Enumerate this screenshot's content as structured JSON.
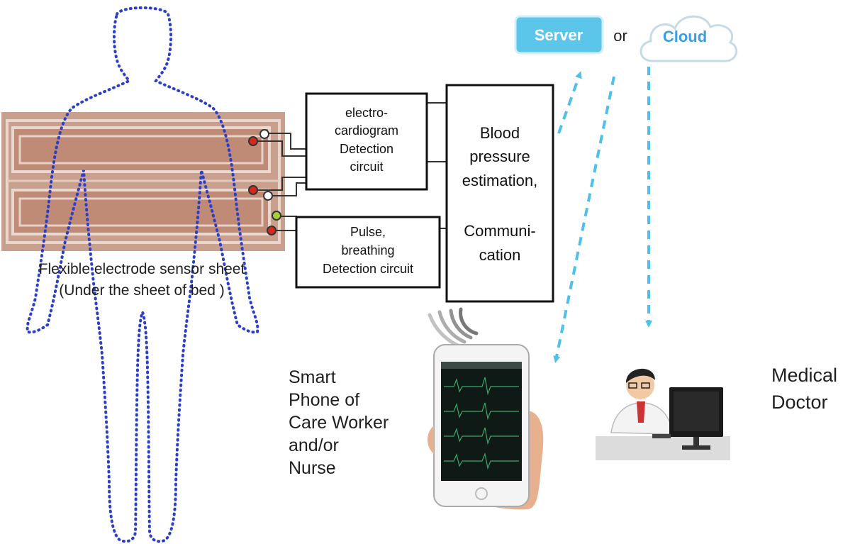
{
  "ecg_box": {
    "lines": [
      "electro-",
      "cardiogram",
      "Detection",
      "circuit"
    ]
  },
  "pulse_box": {
    "lines": [
      "Pulse,",
      "breathing",
      "Detection circuit"
    ]
  },
  "bp_box": {
    "lines": [
      "Blood",
      "pressure",
      "estimation,",
      "",
      "Communi-",
      "cation"
    ]
  },
  "server_label": "Server",
  "or_label": "or",
  "cloud_label": "Cloud",
  "sensor_caption": {
    "line1": "Flexible electrode sensor sheet",
    "line2": "(Under the sheet of bed )"
  },
  "phone_caption": {
    "lines": [
      "Smart",
      "Phone of",
      "Care Worker",
      "and/or",
      "Nurse"
    ]
  },
  "doctor_caption": {
    "lines": [
      "Medical",
      "Doctor"
    ]
  },
  "colors": {
    "sensor_sheet": "#c9a08e",
    "electrode_red": "#d42a1e",
    "electrode_green": "#a7cf3a",
    "server_fill": "#5cc5ea",
    "cloud_text": "#3a9ee0",
    "arrow": "#4ec0ea",
    "body_outline": "#2b3fc9"
  }
}
